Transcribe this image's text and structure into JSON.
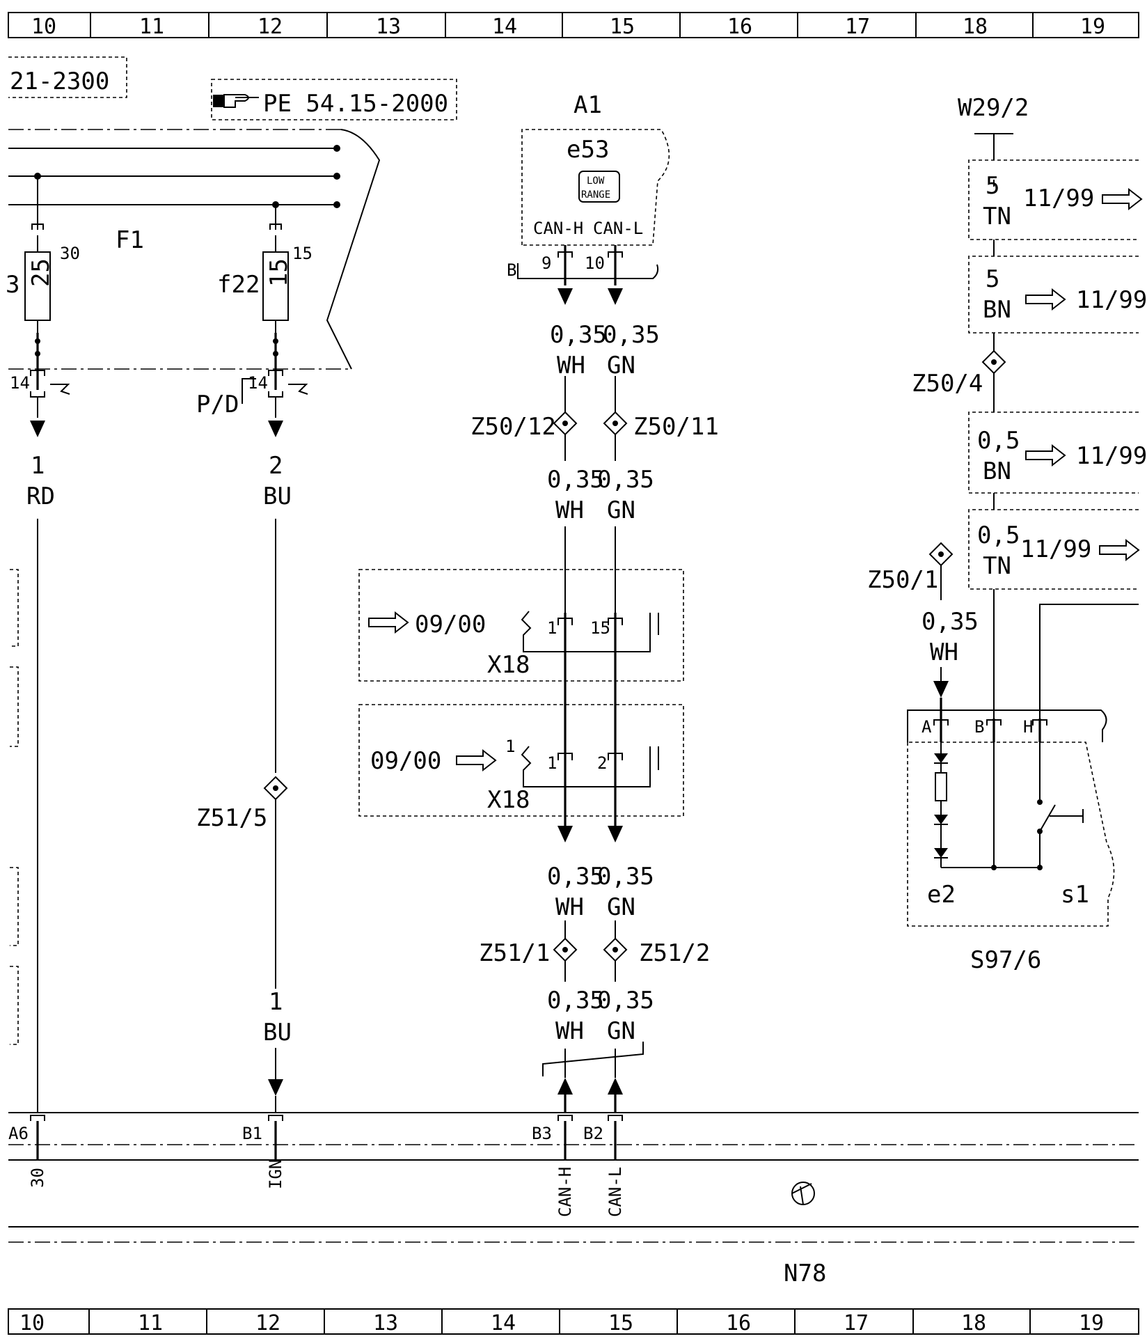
{
  "grid": {
    "columns": [
      "10",
      "11",
      "12",
      "13",
      "14",
      "15",
      "16",
      "17",
      "18",
      "19"
    ]
  },
  "refs": {
    "left_ref": "21-2300",
    "pe_ref": "PE 54.15-2000"
  },
  "components": {
    "a1": "A1",
    "e53": "e53",
    "low_range": [
      "LOW",
      "RANGE"
    ],
    "can_h": "CAN-H",
    "can_l": "CAN-L",
    "plug_b": "B",
    "pin9": "9",
    "pin10": "10",
    "f1": "F1",
    "f22": "f22",
    "fuse_25": "25",
    "fuse_15": "15",
    "fuse_left_letter": "3",
    "term30": "30",
    "term15": "15",
    "pin14": "14",
    "pd": "P/D",
    "w29": "W29/2",
    "s97": "S97/6",
    "e2": "e2",
    "s1": "s1",
    "n78": "N78",
    "x18": "X18",
    "pin_a": "A",
    "pin_b": "B",
    "pin_h": "H",
    "x18_p1": "1",
    "x18_p15": "15",
    "x18_p1b": "1",
    "x18_p2": "2",
    "x18_side": "1"
  },
  "wires": {
    "rd": [
      "1",
      "RD"
    ],
    "bu2": [
      "2",
      "BU"
    ],
    "bu1": [
      "1",
      "BU"
    ],
    "wh": [
      "0,35",
      "WH"
    ],
    "gn": [
      "0,35",
      "GN"
    ],
    "wh_z501": [
      "0,35",
      "WH"
    ],
    "tn5": [
      "5",
      "TN"
    ],
    "bn5": [
      "5",
      "BN"
    ],
    "bn05": [
      "0,5",
      "BN"
    ],
    "tn05": [
      "0,5",
      "TN"
    ]
  },
  "splices": {
    "z50_12": "Z50/12",
    "z50_11": "Z50/11",
    "z51_5": "Z51/5",
    "z51_1": "Z51/1",
    "z51_2": "Z51/2",
    "z50_4": "Z50/4",
    "z50_1": "Z50/1"
  },
  "versions": {
    "v1199_a": "11/99",
    "v1199_b": "11/99",
    "v1199_c": "11/99",
    "v1199_d": "11/99",
    "v0900_a": "09/00",
    "v0900_b": "09/00"
  },
  "bottom": {
    "a6": "A6",
    "b1": "B1",
    "b3": "B3",
    "b2": "B2",
    "pin30": "30",
    "ign": "IGN",
    "canh": "CAN-H",
    "canl": "CAN-L"
  }
}
